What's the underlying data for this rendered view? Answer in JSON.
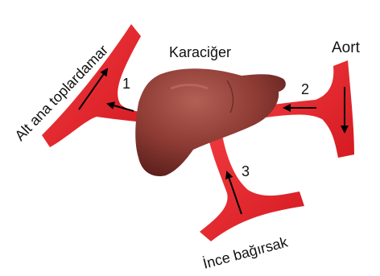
{
  "labels": {
    "liver": "Karaciğer",
    "aorta": "Aort",
    "inferior_vena_cava": "Alt ana toplardamar",
    "small_intestine": "İnce bağırsak"
  },
  "markers": [
    "1",
    "2",
    "3"
  ],
  "colors": {
    "vessel": "#e8252b",
    "vessel_dark": "#c4141c",
    "liver_light": "#b25f56",
    "liver_mid": "#8e3b34",
    "liver_dark": "#5c1f1c",
    "arrow": "#000000",
    "text": "#111111"
  }
}
